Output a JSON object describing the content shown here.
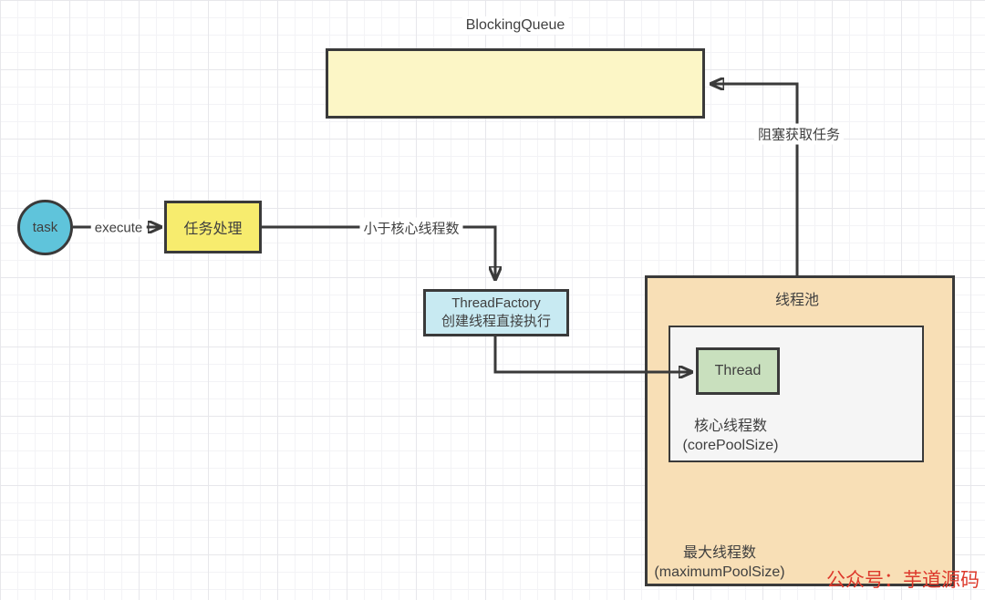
{
  "diagram": {
    "queue": {
      "title": "BlockingQueue"
    },
    "task_node": {
      "label": "task"
    },
    "edges": {
      "execute": {
        "label": "execute"
      },
      "less_than_core": {
        "label": "小于核心线程数"
      },
      "blocking_fetch": {
        "label": "阻塞获取任务"
      }
    },
    "task_process": {
      "label": "任务处理"
    },
    "thread_factory": {
      "line1": "ThreadFactory",
      "line2": "创建线程直接执行"
    },
    "thread_pool": {
      "title": "线程池",
      "thread": {
        "label": "Thread"
      },
      "core": {
        "line1": "核心线程数",
        "line2": "(corePoolSize)"
      },
      "max": {
        "line1": "最大线程数",
        "line2": "(maximumPoolSize)"
      }
    },
    "watermark": {
      "label": "公众号：芋道源码"
    }
  },
  "colors": {
    "queue_fill": "#fcf6c6",
    "task_circle_fill": "#5fc4db",
    "process_fill": "#f7ec6e",
    "factory_fill": "#c8eaf2",
    "pool_fill": "#f8dfb6",
    "core_panel_fill": "#f5f5f5",
    "thread_fill": "#c9e0be",
    "stroke": "#3a3a3a",
    "watermark_red": "#dd392c"
  }
}
